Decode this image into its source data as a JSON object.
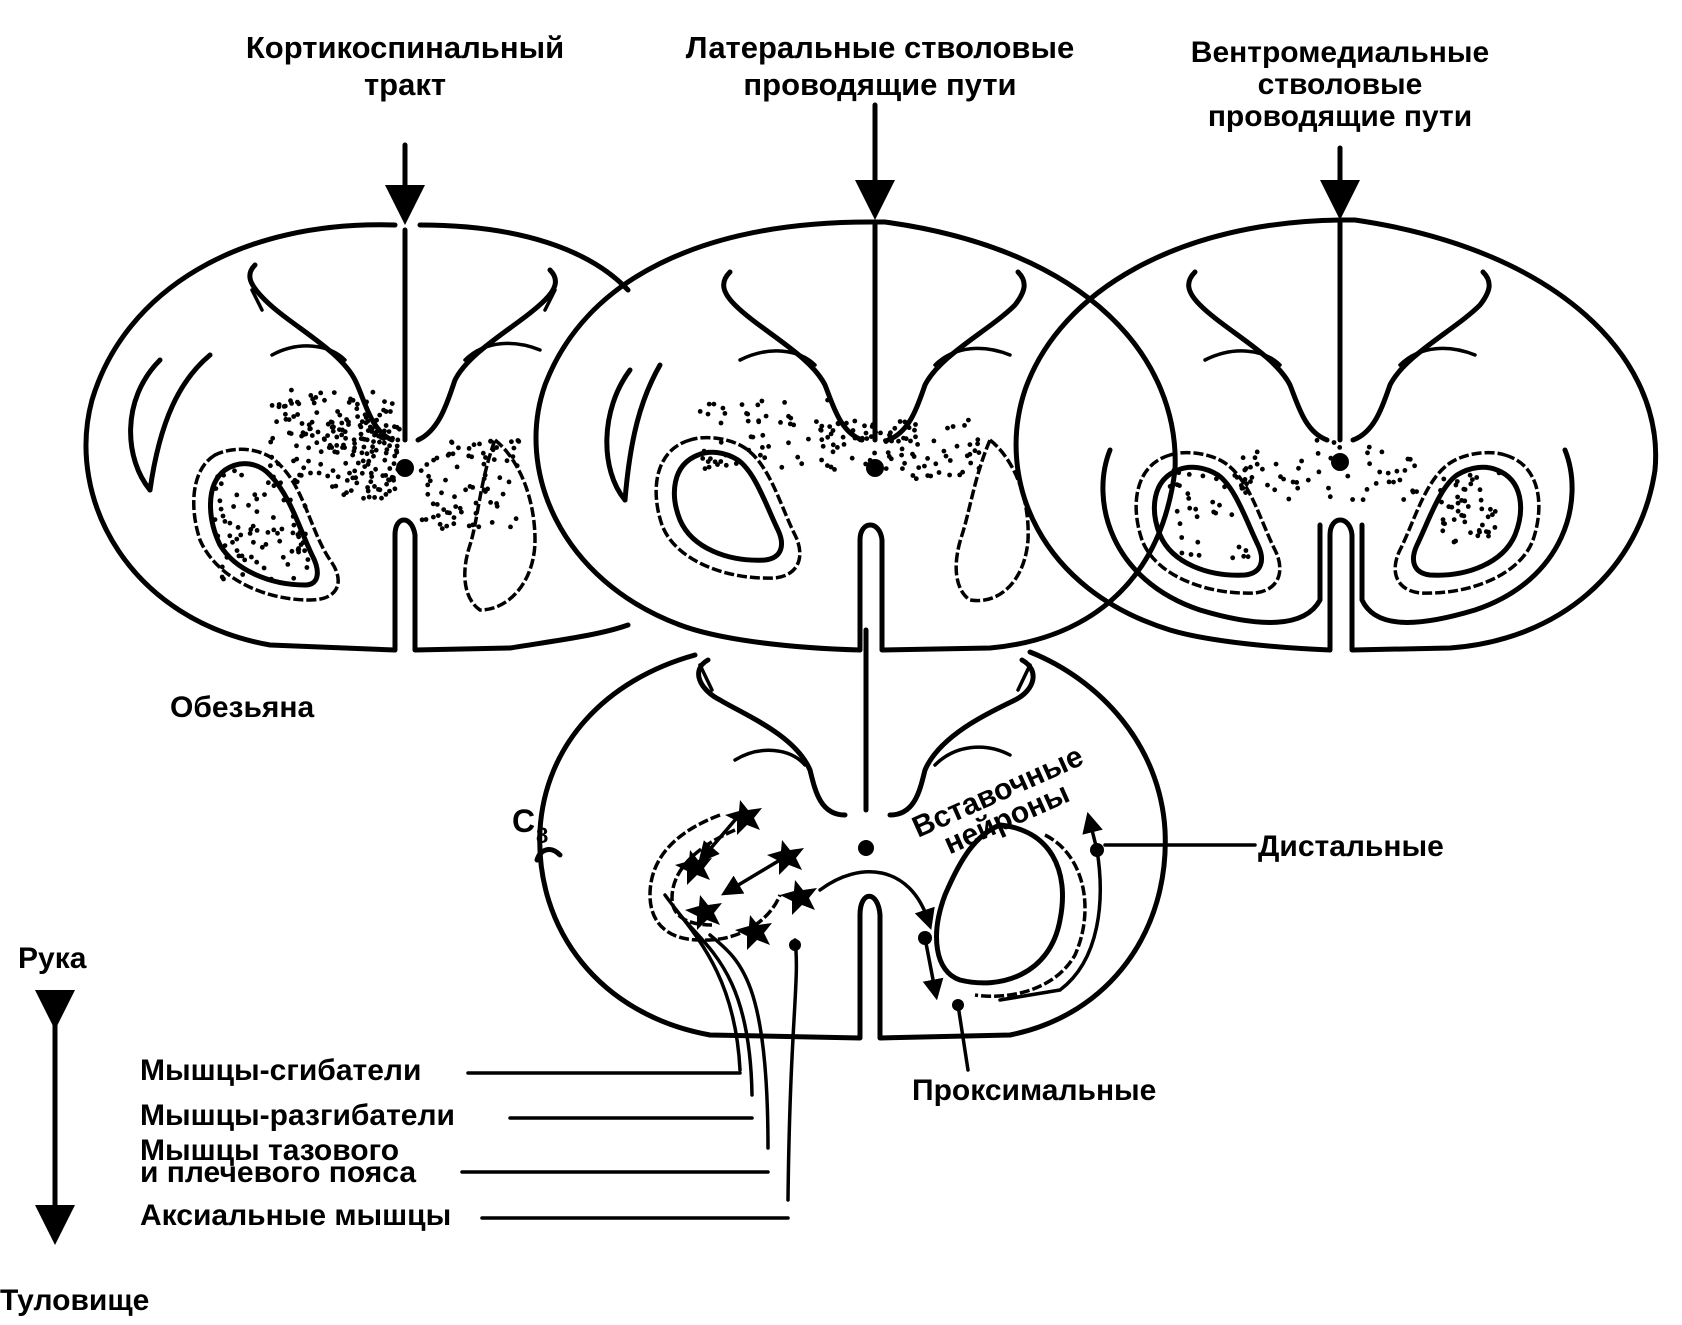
{
  "labels": {
    "corticospinal_l1": "Кортикоспинальный",
    "corticospinal_l2": "тракт",
    "lateral_l1": "Латеральные стволовые",
    "lateral_l2": "проводящие  пути",
    "ventromedial_l1": "Вентромедиальные",
    "ventromedial_l2": "стволовые",
    "ventromedial_l3": "проводящие пути",
    "monkey": "Обезьяна",
    "segment_c": "C",
    "segment_sub": "8",
    "interneurons_l1": "Вставочные",
    "interneurons_l2": "нейроны",
    "distal": "Дистальные",
    "proximal": "Проксимальные",
    "arm": "Рука",
    "trunk": "Туловище",
    "flexors": "Мышцы-сгибатели",
    "extensors": "Мышцы-разгибатели",
    "girdle_l1": "Мышцы тазового",
    "girdle_l2": "и плечевого пояса",
    "axial": "Аксиальные мышцы"
  },
  "colors": {
    "ink": "#000000",
    "paper": "#ffffff"
  }
}
